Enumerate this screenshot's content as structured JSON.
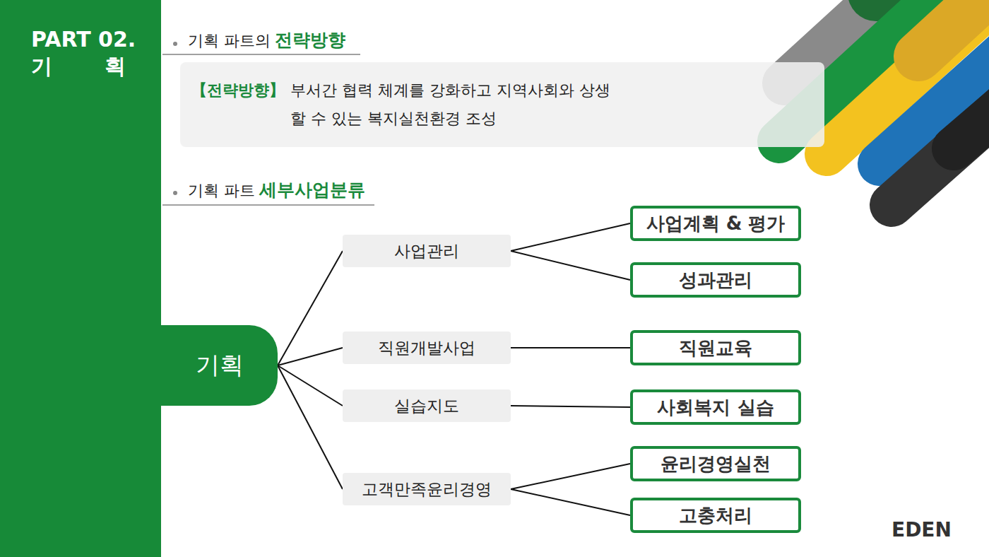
{
  "diagram": {
    "nodes": [
      {
        "text": [
          "【전략방향】",
          "부서간 협력 체계를 강화하고 지역사회와 상생할 수 있는 복지실천환경 조성"
        ]
      },
      {
        "text": [
          "기획"
        ]
      },
      {
        "text": [
          "사업관리"
        ]
      },
      {
        "text": [
          "사업계획 & 평가"
        ]
      },
      {
        "text": [
          "성과관리"
        ]
      },
      {
        "text": [
          "직원개발사업"
        ]
      },
      {
        "text": [
          "직원교육"
        ]
      },
      {
        "text": [
          "실습지도"
        ]
      },
      {
        "text": [
          "사회복지 실습"
        ]
      },
      {
        "text": [
          "고객만족윤리경영"
        ]
      },
      {
        "text": [
          "윤리경영실천"
        ]
      },
      {
        "text": [
          "고충처리"
        ]
      }
    ],
    "edges": [
      {
        "from": 1,
        "to": 2,
        "arrow": "none"
      },
      {
        "from": 1,
        "to": 5,
        "arrow": "none"
      },
      {
        "from": 1,
        "to": 7,
        "arrow": "none"
      },
      {
        "from": 1,
        "to": 9,
        "arrow": "none"
      },
      {
        "from": 2,
        "to": 3,
        "arrow": "none"
      },
      {
        "from": 2,
        "to": 4,
        "arrow": "none"
      },
      {
        "from": 5,
        "to": 6,
        "arrow": "none"
      },
      {
        "from": 7,
        "to": 8,
        "arrow": "none"
      },
      {
        "from": 9,
        "to": 10,
        "arrow": "none"
      },
      {
        "from": 9,
        "to": 11,
        "arrow": "none"
      }
    ],
    "labels": [
      "PART 02.",
      "기 획",
      "기획 파트의",
      "전략방향",
      "기획 파트",
      "세부사업분류",
      "EDEN"
    ]
  }
}
